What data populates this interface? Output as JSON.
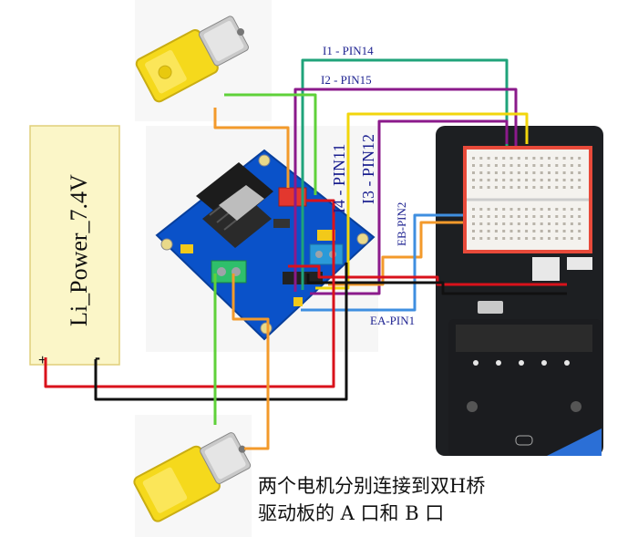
{
  "labels": {
    "i1": "I1 - PIN14",
    "i2": "I2 - PIN15",
    "i4": "I4 - PIN11",
    "i3": "I3 - PIN12",
    "eb": "EB-PIN2",
    "ea": "EA-PIN1"
  },
  "battery": {
    "label": "Li_Power_7.4V",
    "plus": "+",
    "minus": "-"
  },
  "caption": {
    "line1": "两个电机分别连接到双H桥",
    "line2": "驱动板的 A 口和 B 口"
  },
  "wire_colors": {
    "green": "#1fa37a",
    "purple": "#8b1a8b",
    "yellow": "#f2d60c",
    "orange": "#f39a2b",
    "blue": "#3f8fe0",
    "red": "#d9121b",
    "black": "#111111",
    "lime": "#5fd13a"
  }
}
